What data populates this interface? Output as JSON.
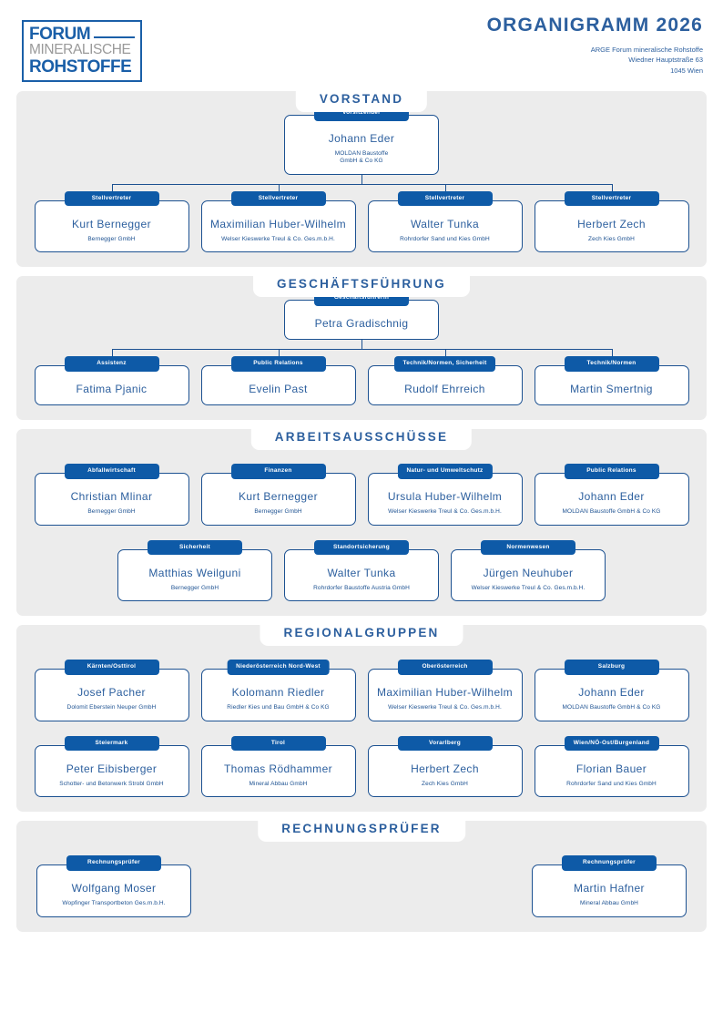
{
  "header": {
    "logo": {
      "line1": "FORUM",
      "line2": "MINERALISCHE",
      "line3": "ROHSTOFFE"
    },
    "title": "ORGANIGRAMM 2026",
    "address_line1": "ARGE Forum mineralische Rohstoffe",
    "address_line2": "Wiedner Hauptstraße 63",
    "address_line3": "1045 Wien"
  },
  "colors": {
    "brand_blue": "#1a5fa8",
    "badge_blue": "#0e5aa7",
    "text_blue": "#2c5f9e",
    "section_bg": "#ececec",
    "logo_gray": "#9a9a9a"
  },
  "sections": [
    {
      "title": "VORSTAND",
      "lead": {
        "badge": "Vorsitzender",
        "name": "Johann Eder",
        "org": "MOLDAN Baustoffe\nGmbH & Co KG"
      },
      "rows": [
        [
          {
            "badge": "Stellvertreter",
            "name": "Kurt Bernegger",
            "org": "Bernegger GmbH"
          },
          {
            "badge": "Stellvertreter",
            "name": "Maximilian Huber-Wilhelm",
            "org": "Welser Kieswerke Treul & Co. Ges.m.b.H."
          },
          {
            "badge": "Stellvertreter",
            "name": "Walter Tunka",
            "org": "Rohrdorfer Sand und Kies GmbH"
          },
          {
            "badge": "Stellvertreter",
            "name": "Herbert Zech",
            "org": "Zech Kies GmbH"
          }
        ]
      ]
    },
    {
      "title": "GESCHÄFTSFÜHRUNG",
      "lead": {
        "badge": "Geschäftsführerin",
        "name": "Petra Gradischnig",
        "org": ""
      },
      "rows": [
        [
          {
            "badge": "Assistenz",
            "name": "Fatima Pjanic",
            "org": ""
          },
          {
            "badge": "Public Relations",
            "name": "Evelin Past",
            "org": ""
          },
          {
            "badge": "Technik/Normen, Sicherheit",
            "name": "Rudolf Ehrreich",
            "org": ""
          },
          {
            "badge": "Technik/Normen",
            "name": "Martin Smertnig",
            "org": ""
          }
        ]
      ]
    },
    {
      "title": "ARBEITSAUSSCHÜSSE",
      "lead": null,
      "rows": [
        [
          {
            "badge": "Abfallwirtschaft",
            "name": "Christian Mlinar",
            "org": "Bernegger GmbH"
          },
          {
            "badge": "Finanzen",
            "name": "Kurt Bernegger",
            "org": "Bernegger GmbH"
          },
          {
            "badge": "Natur- und Umweltschutz",
            "name": "Ursula Huber-Wilhelm",
            "org": "Welser Kieswerke Treul & Co. Ges.m.b.H."
          },
          {
            "badge": "Public Relations",
            "name": "Johann Eder",
            "org": "MOLDAN Baustoffe GmbH & Co KG"
          }
        ],
        [
          {
            "badge": "Sicherheit",
            "name": "Matthias Weilguni",
            "org": "Bernegger GmbH"
          },
          {
            "badge": "Standortsicherung",
            "name": "Walter Tunka",
            "org": "Rohrdorfer Baustoffe Austria GmbH"
          },
          {
            "badge": "Normenwesen",
            "name": "Jürgen Neuhuber",
            "org": "Welser Kieswerke Treul & Co. Ges.m.b.H."
          }
        ]
      ]
    },
    {
      "title": "REGIONALGRUPPEN",
      "lead": null,
      "rows": [
        [
          {
            "badge": "Kärnten/Osttirol",
            "name": "Josef Pacher",
            "org": "Dolomit Eberstein Neuper GmbH"
          },
          {
            "badge": "Niederösterreich Nord-West",
            "name": "Kolomann Riedler",
            "org": "Riedler Kies und Bau GmbH & Co KG"
          },
          {
            "badge": "Oberösterreich",
            "name": "Maximilian Huber-Wilhelm",
            "org": "Welser Kieswerke Treul & Co. Ges.m.b.H."
          },
          {
            "badge": "Salzburg",
            "name": "Johann Eder",
            "org": "MOLDAN Baustoffe GmbH & Co KG"
          }
        ],
        [
          {
            "badge": "Steiermark",
            "name": "Peter Eibisberger",
            "org": "Schotter- und Betonwerk Strobl GmbH"
          },
          {
            "badge": "Tirol",
            "name": "Thomas Rödhammer",
            "org": "Mineral Abbau GmbH"
          },
          {
            "badge": "Vorarlberg",
            "name": "Herbert Zech",
            "org": "Zech Kies GmbH"
          },
          {
            "badge": "Wien/NÖ-Ost/Burgenland",
            "name": "Florian Bauer",
            "org": "Rohrdorfer Sand und Kies GmbH"
          }
        ]
      ]
    },
    {
      "title": "RECHNUNGSPRÜFER",
      "lead": null,
      "rows": [
        [
          {
            "badge": "Rechnungsprüfer",
            "name": "Wolfgang Moser",
            "org": "Wopfinger Transportbeton Ges.m.b.H."
          },
          {
            "badge": "Rechnungsprüfer",
            "name": "Martin Hafner",
            "org": "Mineral Abbau GmbH"
          }
        ]
      ]
    }
  ]
}
